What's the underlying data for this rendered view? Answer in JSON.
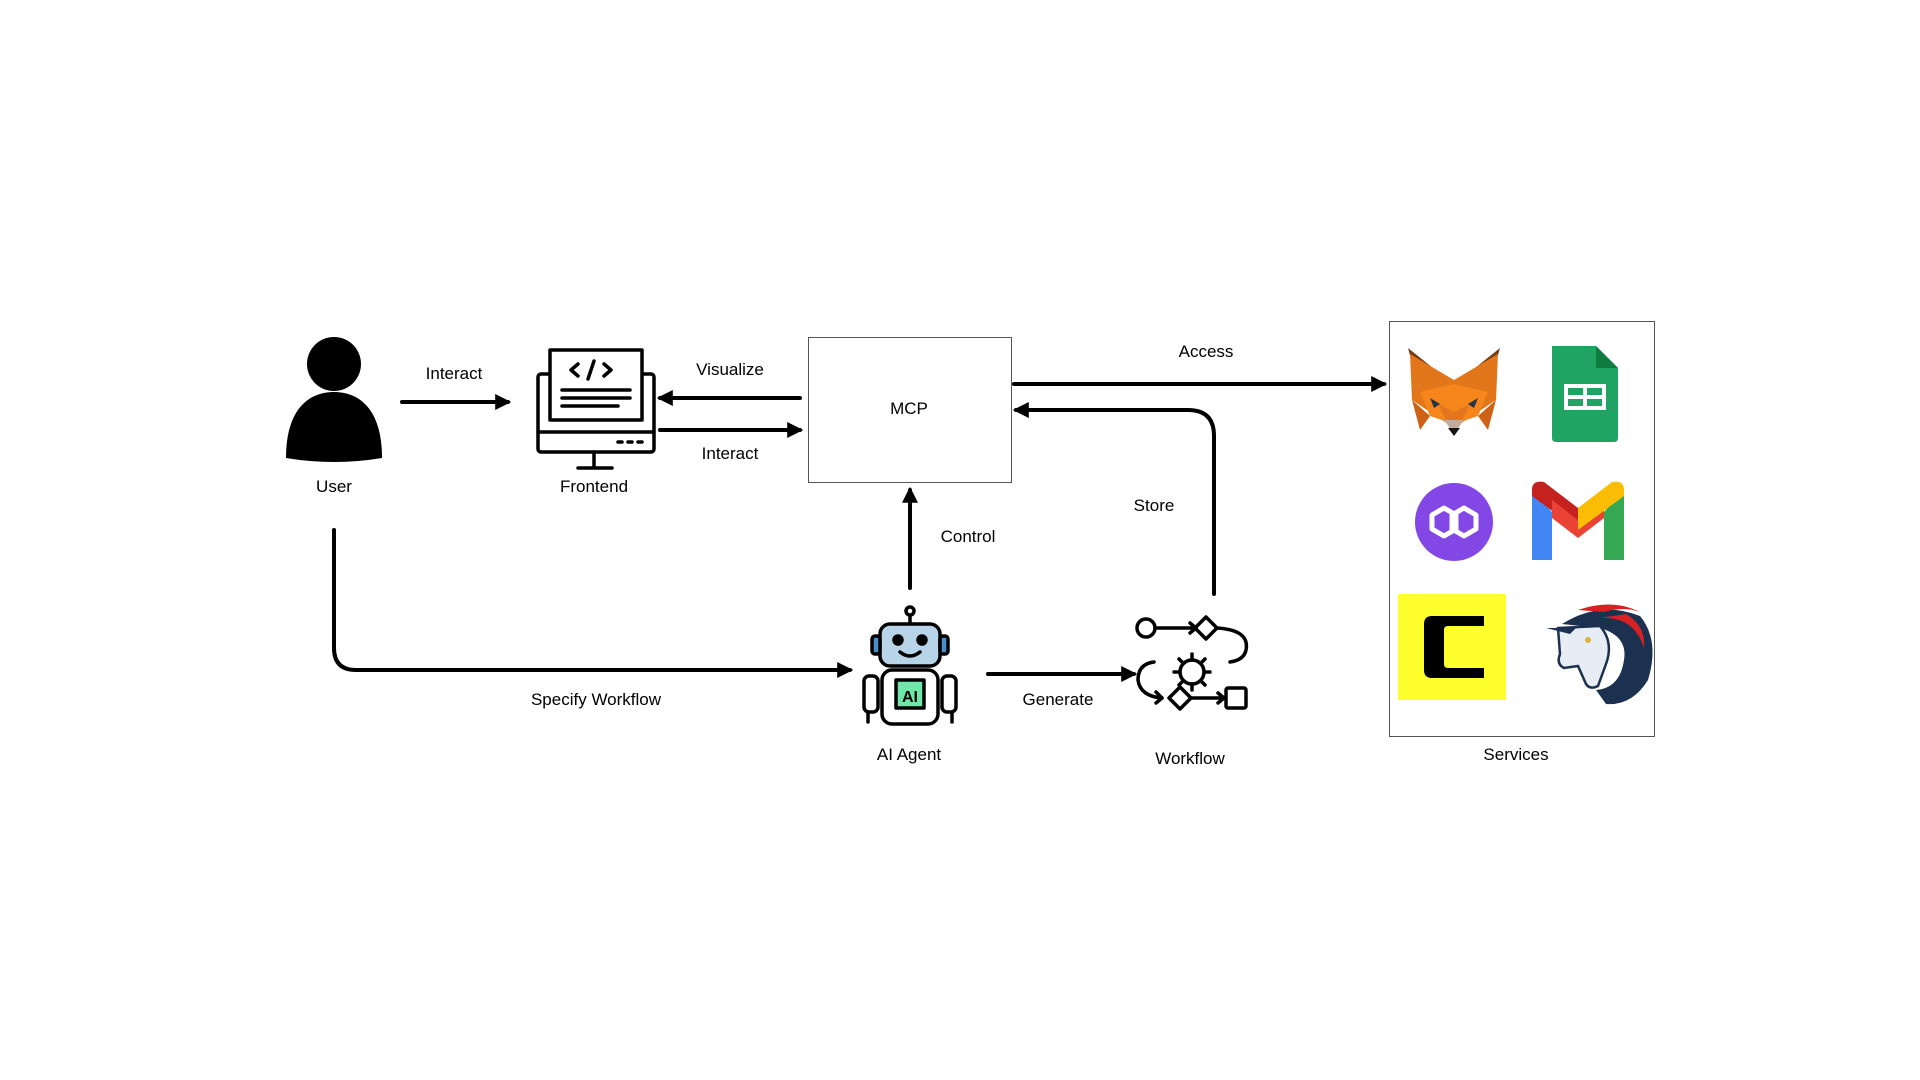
{
  "nodes": {
    "user": "User",
    "frontend": "Frontend",
    "mcp": "MCP",
    "ai_agent": "AI Agent",
    "workflow": "Workflow",
    "services": "Services"
  },
  "edges": {
    "user_frontend": "Interact",
    "mcp_frontend": "Visualize",
    "frontend_mcp": "Interact",
    "mcp_services": "Access",
    "workflow_mcp": "Store",
    "agent_mcp": "Control",
    "user_agent": "Specify Workflow",
    "agent_workflow": "Generate"
  },
  "services_icons": [
    "metamask-fox-icon",
    "google-sheets-icon",
    "polygon-icon",
    "gmail-icon",
    "coinmarketcap-c-icon",
    "1inch-unicorn-icon"
  ],
  "colors": {
    "stroke": "#000000",
    "metamask": "#E2761B",
    "sheets": "#1FA463",
    "polygon": "#8247E5",
    "gmail_red": "#EA4335",
    "coin_yellow": "#FFFF2E",
    "unicorn_blue": "#1B314F",
    "agent_screen": "#6EE7A8"
  }
}
